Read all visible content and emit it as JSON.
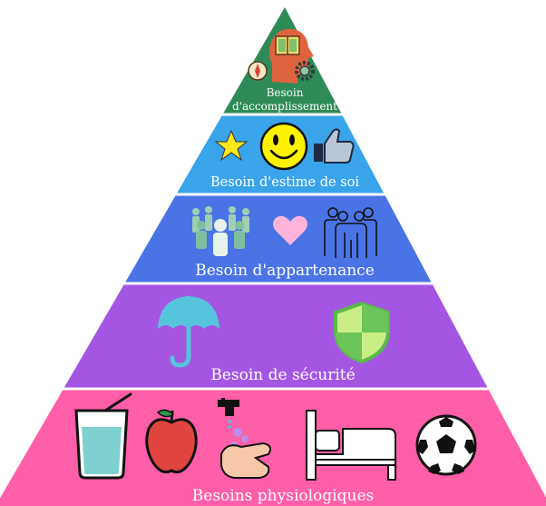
{
  "levels": [
    {
      "label_lines": [
        "Besoin",
        "d'accomplissement"
      ],
      "color": "#2e8b57",
      "icons": [
        "book-icon",
        "compass-icon",
        "gear-icon",
        "head-icon"
      ]
    },
    {
      "label": "Besoin d'estime de soi",
      "color": "#3aa4ea",
      "icons": [
        "star-icon",
        "smiley-icon",
        "thumbs-up-icon"
      ]
    },
    {
      "label": "Besoin d'appartenance",
      "color": "#4a74e6",
      "icons": [
        "crowd-icon",
        "heart-icon",
        "group-icon"
      ]
    },
    {
      "label": "Besoin de sécurité",
      "color": "#a456e3",
      "icons": [
        "umbrella-icon",
        "shield-icon"
      ]
    },
    {
      "label": "Besoins physiologiques",
      "color": "#ff5ea8",
      "icons": [
        "drink-glass-icon",
        "apple-icon",
        "hand-washing-icon",
        "bed-icon",
        "football-icon"
      ]
    }
  ]
}
